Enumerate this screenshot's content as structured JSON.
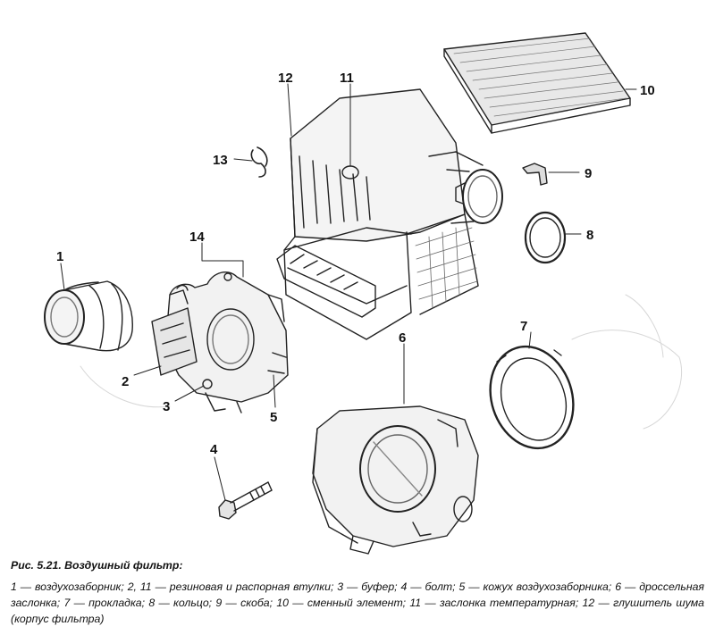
{
  "figure": {
    "caption_title": "Рис. 5.21. Воздушный фильтр:",
    "legend_text": "1 — воздухозаборник; 2, 11 — резиновая и распорная втулки; 3 — буфер; 4 — болт; 5 — кожух воздухозаборника; 6 — дроссельная заслонка; 7 — прокладка; 8 — кольцо; 9 — скоба; 10 — сменный элемент; 11 — заслонка температурная; 12 — глушитель шума (корпус фильтра)"
  },
  "callouts": {
    "c1": "1",
    "c2": "2",
    "c3": "3",
    "c4": "4",
    "c5": "5",
    "c6": "6",
    "c7": "7",
    "c8": "8",
    "c9": "9",
    "c10": "10",
    "c11": "11",
    "c12": "12",
    "c13": "13",
    "c14": "14"
  }
}
